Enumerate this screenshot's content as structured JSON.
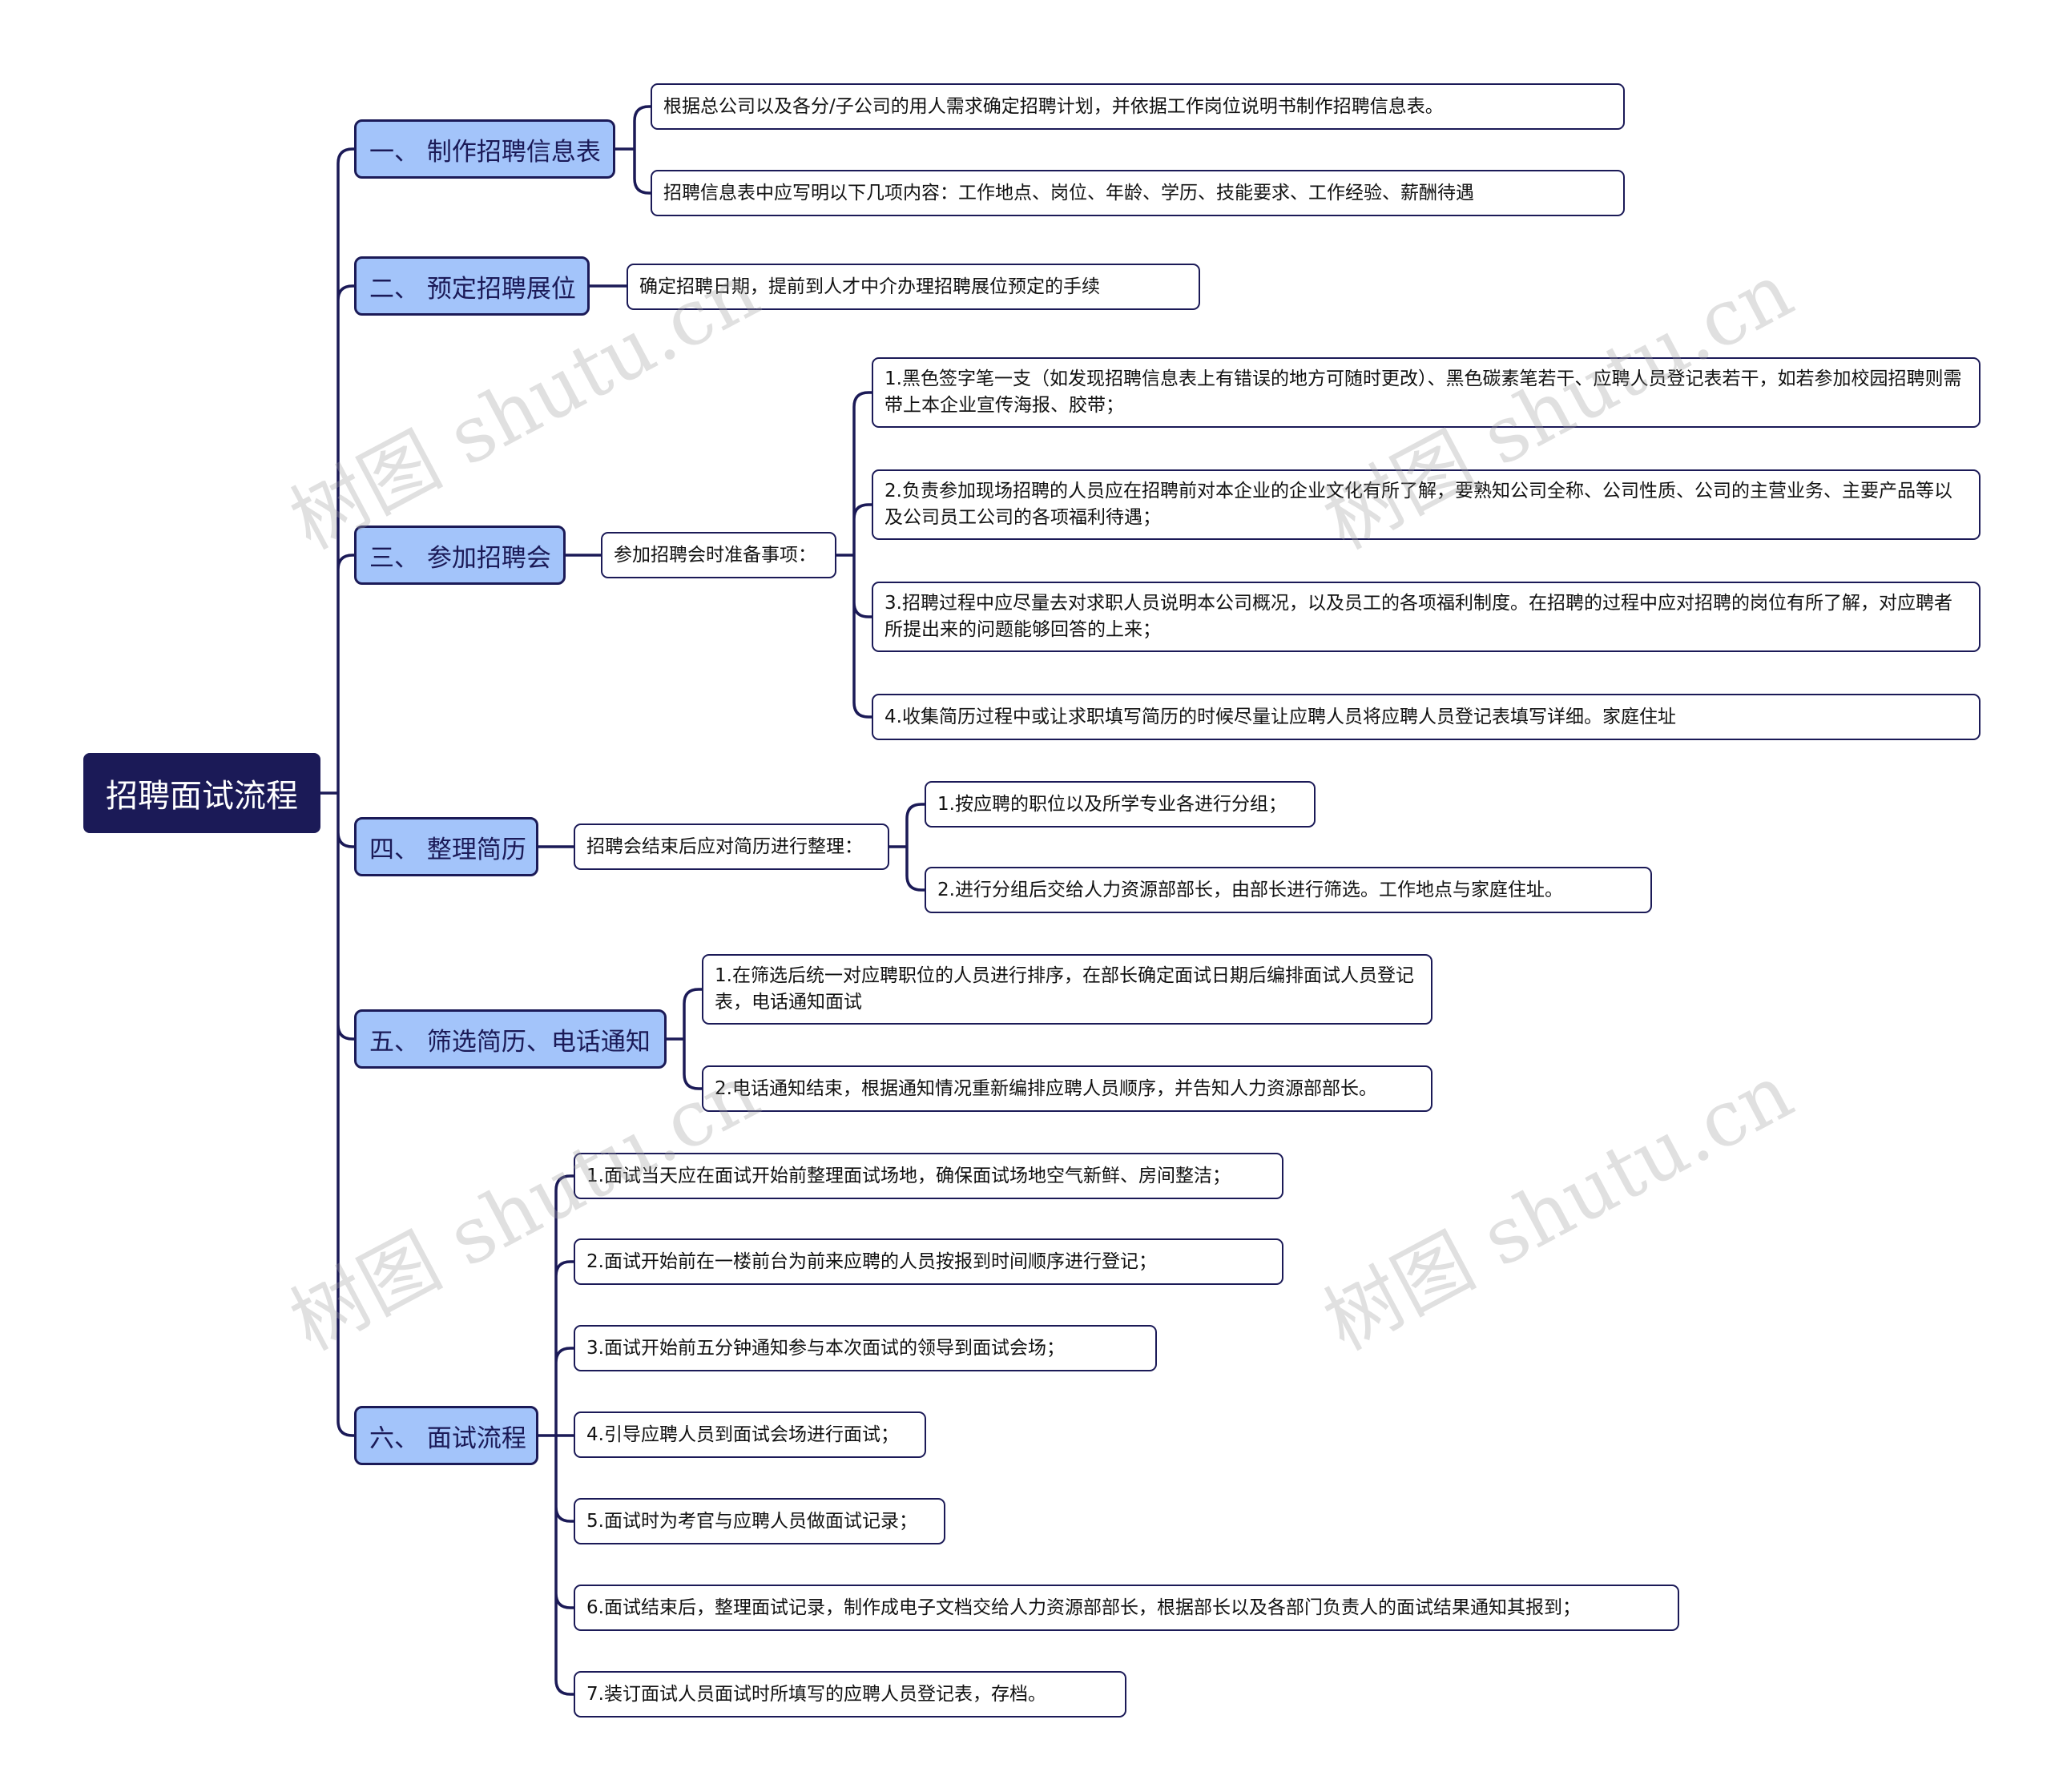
{
  "root": {
    "label": "招聘面试流程"
  },
  "branches": [
    {
      "label": "一、 制作招聘信息表"
    },
    {
      "label": "二、 预定招聘展位"
    },
    {
      "label": "三、 参加招聘会"
    },
    {
      "label": "四、 整理简历"
    },
    {
      "label": "五、 筛选简历、电话通知"
    },
    {
      "label": "六、 面试流程"
    }
  ],
  "b1": [
    "根据总公司以及各分/子公司的用人需求确定招聘计划，并依据工作岗位说明书制作招聘信息表。",
    "招聘信息表中应写明以下几项内容：工作地点、岗位、年龄、学历、技能要求、工作经验、薪酬待遇"
  ],
  "b2": [
    "确定招聘日期，提前到人才中介办理招聘展位预定的手续"
  ],
  "b3": {
    "middle": "参加招聘会时准备事项：",
    "items": [
      "1.黑色签字笔一支（如发现招聘信息表上有错误的地方可随时更改）、黑色碳素笔若干、应聘人员登记表若干，如若参加校园招聘则需带上本企业宣传海报、胶带；",
      "2.负责参加现场招聘的人员应在招聘前对本企业的企业文化有所了解，要熟知公司全称、公司性质、公司的主营业务、主要产品等以及公司员工公司的各项福利待遇；",
      "3.招聘过程中应尽量去对求职人员说明本公司概况，以及员工的各项福利制度。在招聘的过程中应对招聘的岗位有所了解，对应聘者所提出来的问题能够回答的上来；",
      "4.收集简历过程中或让求职填写简历的时候尽量让应聘人员将应聘人员登记表填写详细。家庭住址"
    ]
  },
  "b4": {
    "middle": "招聘会结束后应对简历进行整理：",
    "items": [
      "1.按应聘的职位以及所学专业各进行分组；",
      "2.进行分组后交给人力资源部部长，由部长进行筛选。工作地点与家庭住址。"
    ]
  },
  "b5": [
    "1.在筛选后统一对应聘职位的人员进行排序，在部长确定面试日期后编排面试人员登记表，电话通知面试",
    "2.电话通知结束，根据通知情况重新编排应聘人员顺序，并告知人力资源部部长。"
  ],
  "b6": [
    "1.面试当天应在面试开始前整理面试场地，确保面试场地空气新鲜、房间整洁；",
    "2.面试开始前在一楼前台为前来应聘的人员按报到时间顺序进行登记；",
    "3.面试开始前五分钟通知参与本次面试的领导到面试会场；",
    "4.引导应聘人员到面试会场进行面试；",
    "5.面试时为考官与应聘人员做面试记录；",
    "6.面试结束后，整理面试记录，制作成电子文档交给人力资源部部长，根据部长以及各部门负责人的面试结果通知其报到；",
    "7.装订面试人员面试时所填写的应聘人员登记表，存档。"
  ],
  "watermark": "树图 shutu.cn",
  "colors": {
    "root": "#1b1a57",
    "branch_fill": "#a3c4fa",
    "line": "#1b1a57"
  }
}
